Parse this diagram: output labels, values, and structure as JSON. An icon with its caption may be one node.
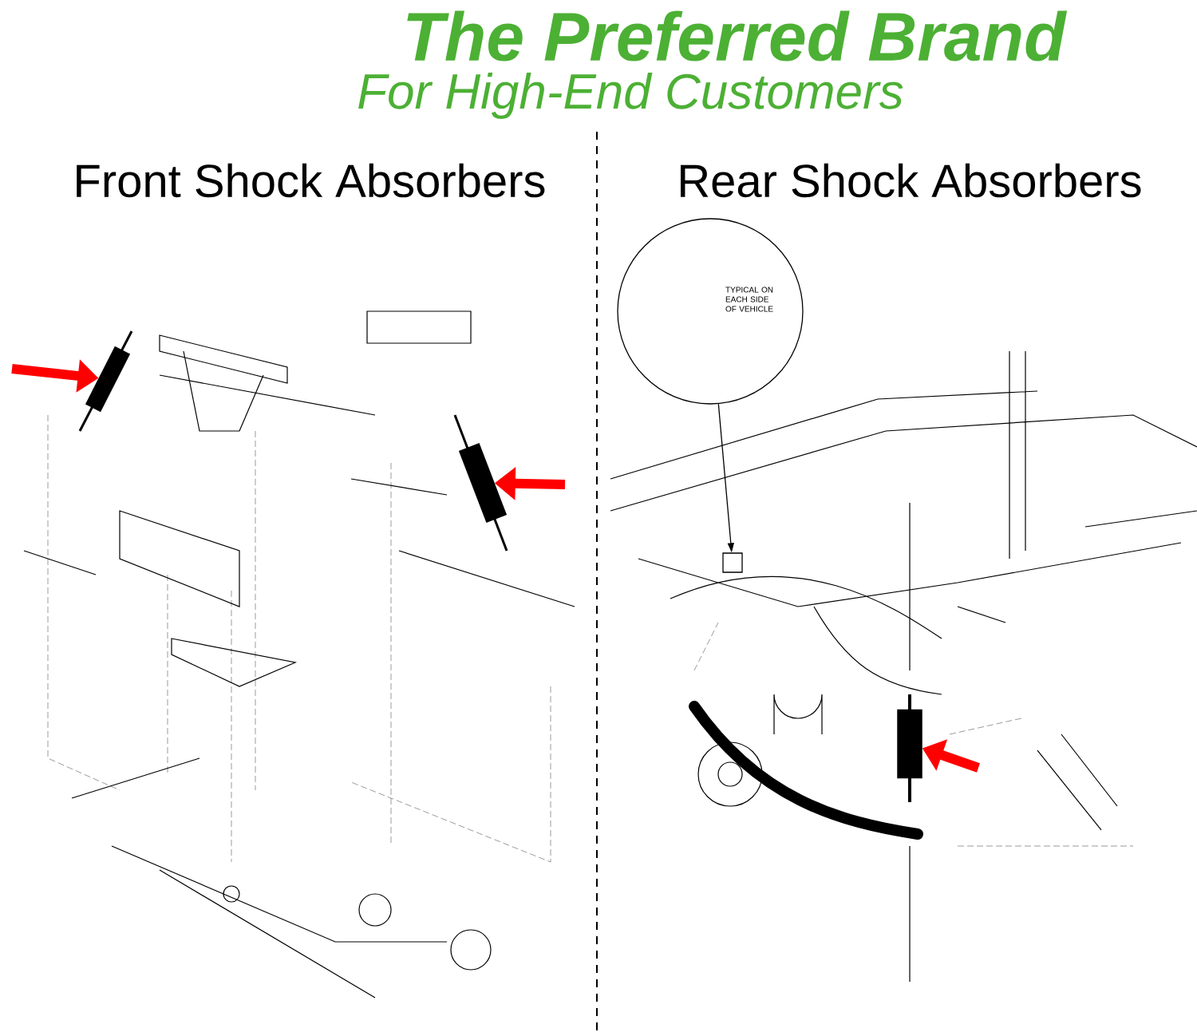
{
  "diagram": {
    "nodes": [
      {
        "text": [],
        "shape": "bar"
      },
      {
        "text": [],
        "shape": "bar"
      },
      {
        "text": [],
        "shape": "bar"
      },
      {
        "text": [
          "TYPICAL ON EACH SIDE OF VEHICLE"
        ]
      },
      {
        "text": [],
        "shape": "box"
      }
    ],
    "edges": [
      {
        "from": null,
        "to": 0,
        "arrow": "to"
      },
      {
        "from": null,
        "to": 1,
        "arrow": "to"
      },
      {
        "from": null,
        "to": 2,
        "arrow": "to"
      },
      {
        "from": 3,
        "to": 4,
        "arrow": "to",
        "color": "#000000"
      }
    ],
    "labels": [
      "The Preferred Brand",
      "For High-End Customers",
      "Front Shock Absorbers",
      "Rear Shock Absorbers"
    ]
  }
}
